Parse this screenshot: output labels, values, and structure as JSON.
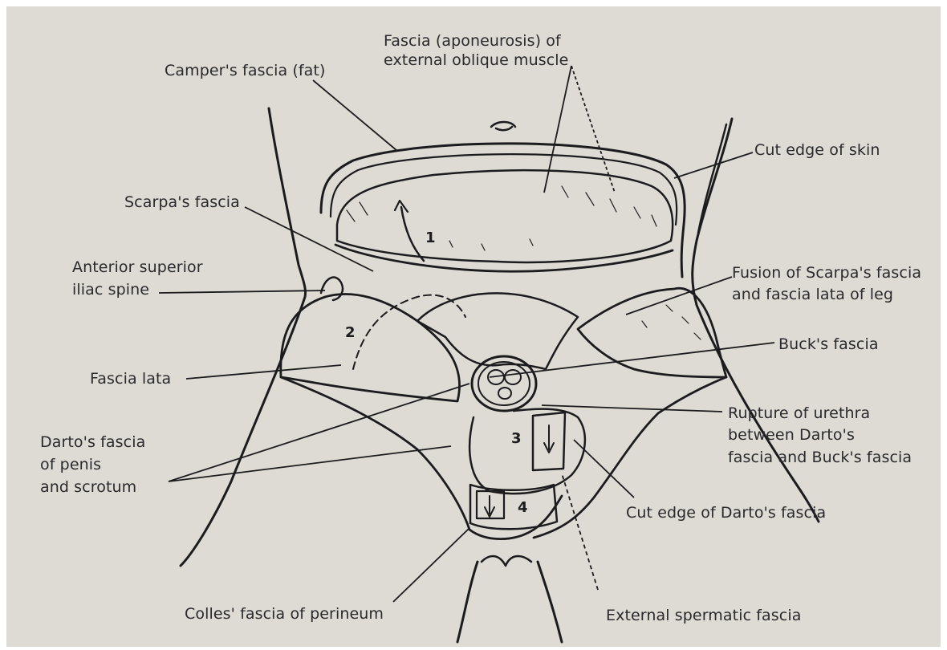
{
  "labels": {
    "campers_fascia": "Camper's fascia (fat)",
    "external_oblique_line1": "Fascia (aponeurosis) of",
    "external_oblique_line2": "external oblique muscle",
    "cut_edge_skin": "Cut edge of skin",
    "scarpas_fascia": "Scarpa's fascia",
    "asis_line1": "Anterior superior",
    "asis_line2": "iliac spine",
    "fusion_line1": "Fusion of Scarpa's fascia",
    "fusion_line2": "and fascia lata of leg",
    "bucks_fascia": "Buck's fascia",
    "fascia_lata": "Fascia lata",
    "rupture_line1": "Rupture of urethra",
    "rupture_line2": "between Darto's",
    "rupture_line3": "fascia and Buck's fascia",
    "dartos_line1": "Darto's fascia",
    "dartos_line2": "of penis",
    "dartos_line3": "and scrotum",
    "cut_edge_dartos": "Cut edge of Darto's fascia",
    "colles_fascia": "Colles' fascia of perineum",
    "external_spermatic": "External spermatic fascia"
  },
  "region_numbers": [
    "1",
    "2",
    "3",
    "4"
  ],
  "colors": {
    "paper": "#dedad4",
    "ink": "#1c1c1e",
    "text": "#2a2a2c"
  }
}
